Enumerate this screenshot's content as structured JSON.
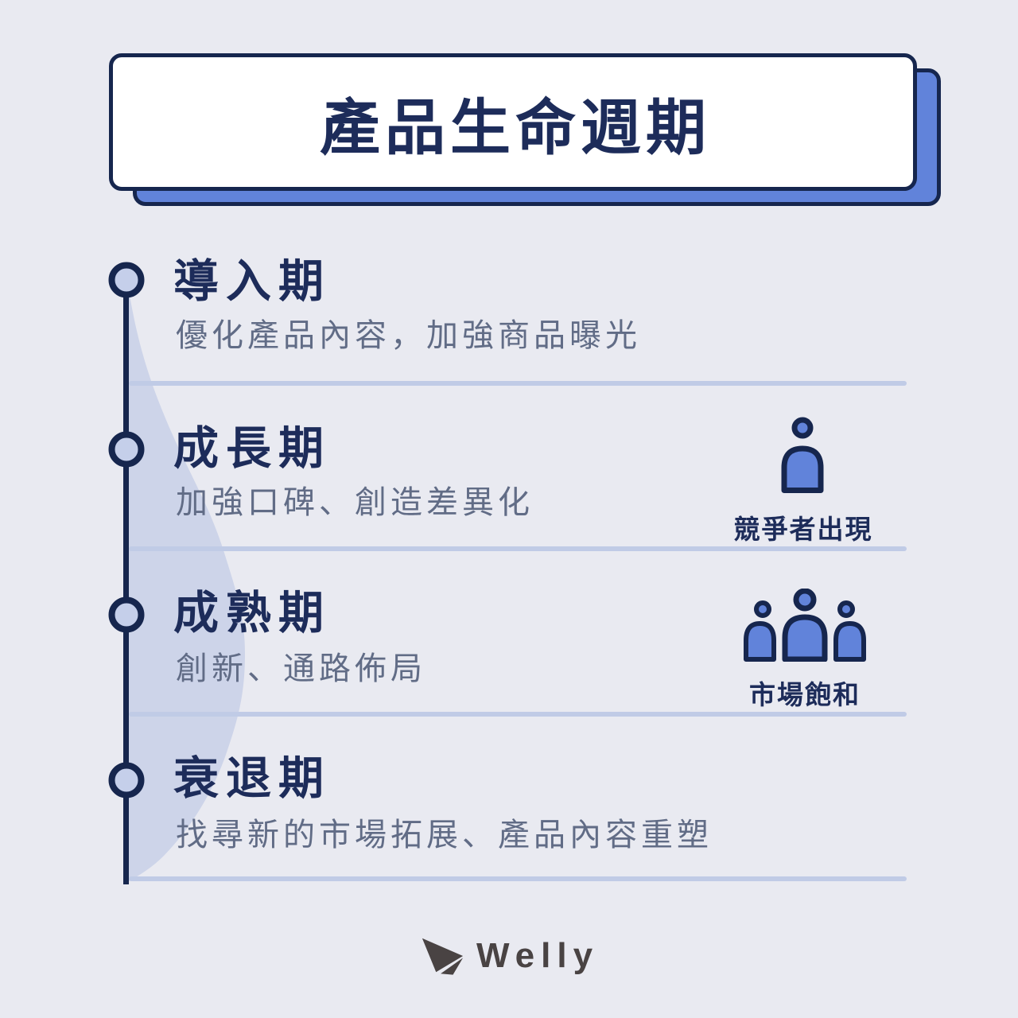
{
  "header": {
    "title": "產品生命週期"
  },
  "timeline": {
    "stages": [
      {
        "title": "導入期",
        "description": "優化產品內容，加強商品曝光"
      },
      {
        "title": "成長期",
        "description": "加強口碑、創造差異化",
        "callout": {
          "icon": "person-icon",
          "label": "競爭者出現"
        }
      },
      {
        "title": "成熟期",
        "description": "創新、通路佈局",
        "callout": {
          "icon": "people-group-icon",
          "label": "市場飽和"
        }
      },
      {
        "title": "衰退期",
        "description": "找尋新的市場拓展、產品內容重塑"
      }
    ]
  },
  "footer": {
    "brand_name": "Welly",
    "brand_icon": "paper-plane-icon"
  },
  "colors": {
    "bg": "#e9eaf1",
    "navy": "#16264e",
    "navyText": "#1d2c5a",
    "blue": "#6183da",
    "curve": "#cdd4e9",
    "node": "#c5cfea",
    "divider": "#c0cbe6",
    "desc": "#616c86",
    "card": "#ffffff",
    "brand": "#494343"
  }
}
